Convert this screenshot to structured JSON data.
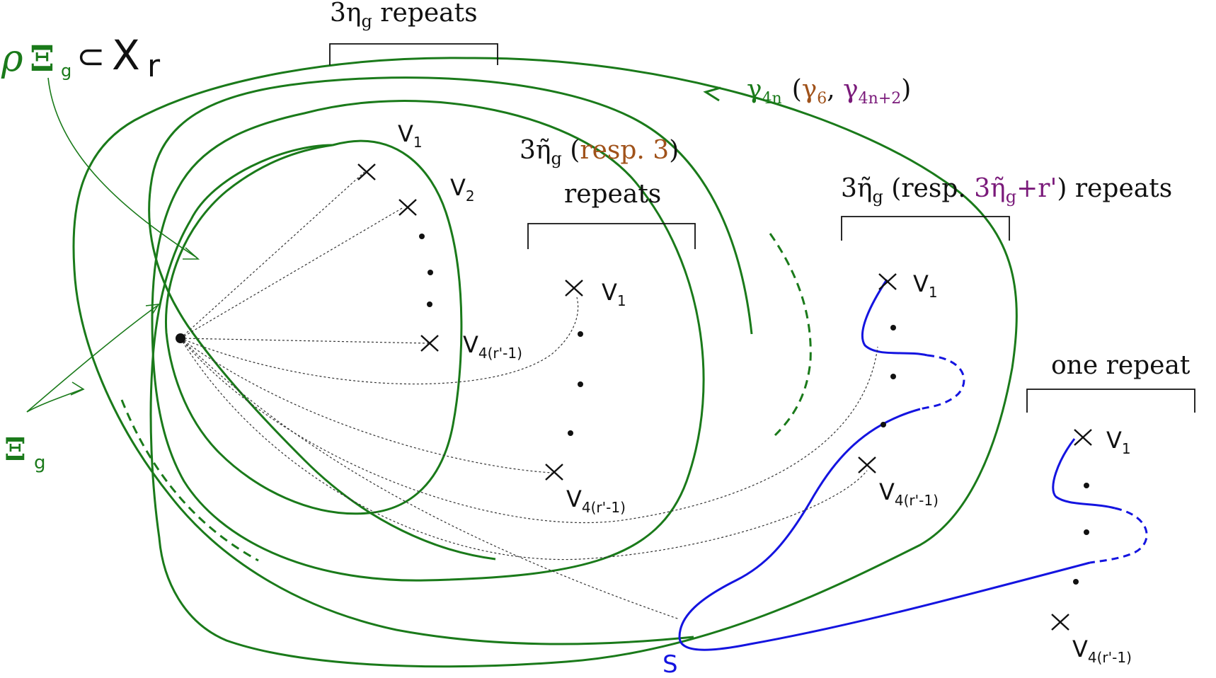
{
  "colors": {
    "curve_green": "#1a7a1a",
    "path_blue": "#1414e0",
    "brown": "#a0521a",
    "purple": "#7a1a7a",
    "ink": "#111111"
  },
  "labels": {
    "top_rho": "ρ",
    "top_xi": "Ξ",
    "top_xi_sub": "g",
    "top_subset": "⊂",
    "top_X": "X",
    "top_X_sub": "r",
    "xi_label": "Ξ",
    "xi_label_sub": "g",
    "bracket1_text": "3η",
    "bracket1_sub": "g",
    "bracket1_tail": " repeats",
    "bracket2_line1_a": "3η̃",
    "bracket2_line1_sub": "g",
    "bracket2_line1_b": " (",
    "bracket2_line1_resp": "resp. 3",
    "bracket2_line1_c": ")",
    "bracket2_line2": "repeats",
    "bracket3_a": "3η̃",
    "bracket3_sub": "g",
    "bracket3_b": " (resp. ",
    "bracket3_purple": "3η̃",
    "bracket3_purple_sub": "g",
    "bracket3_purple_tail": "+r'",
    "bracket3_c": ") repeats",
    "bracket4": "one repeat",
    "gamma_main": "γ",
    "gamma_main_sub": "4n",
    "gamma_open": "(",
    "gamma_6": "γ",
    "gamma_6_sub": "6",
    "gamma_comma": ", ",
    "gamma_4n2": "γ",
    "gamma_4n2_sub": "4n+2",
    "gamma_close": ")",
    "s_label": "S"
  },
  "groups": {
    "g1": {
      "v1": "V",
      "v1_sub": "1",
      "v2": "V",
      "v2_sub": "2",
      "vlast": "V",
      "vlast_sub": "4(r'-1)"
    },
    "g2": {
      "v1": "V",
      "v1_sub": "1",
      "vlast": "V",
      "vlast_sub": "4(r'-1)"
    },
    "g3": {
      "v1": "V",
      "v1_sub": "1",
      "vlast": "V",
      "vlast_sub": "4(r'-1)"
    },
    "g4": {
      "v1": "V",
      "v1_sub": "1",
      "vlast": "V",
      "vlast_sub": "4(r'-1)"
    }
  }
}
